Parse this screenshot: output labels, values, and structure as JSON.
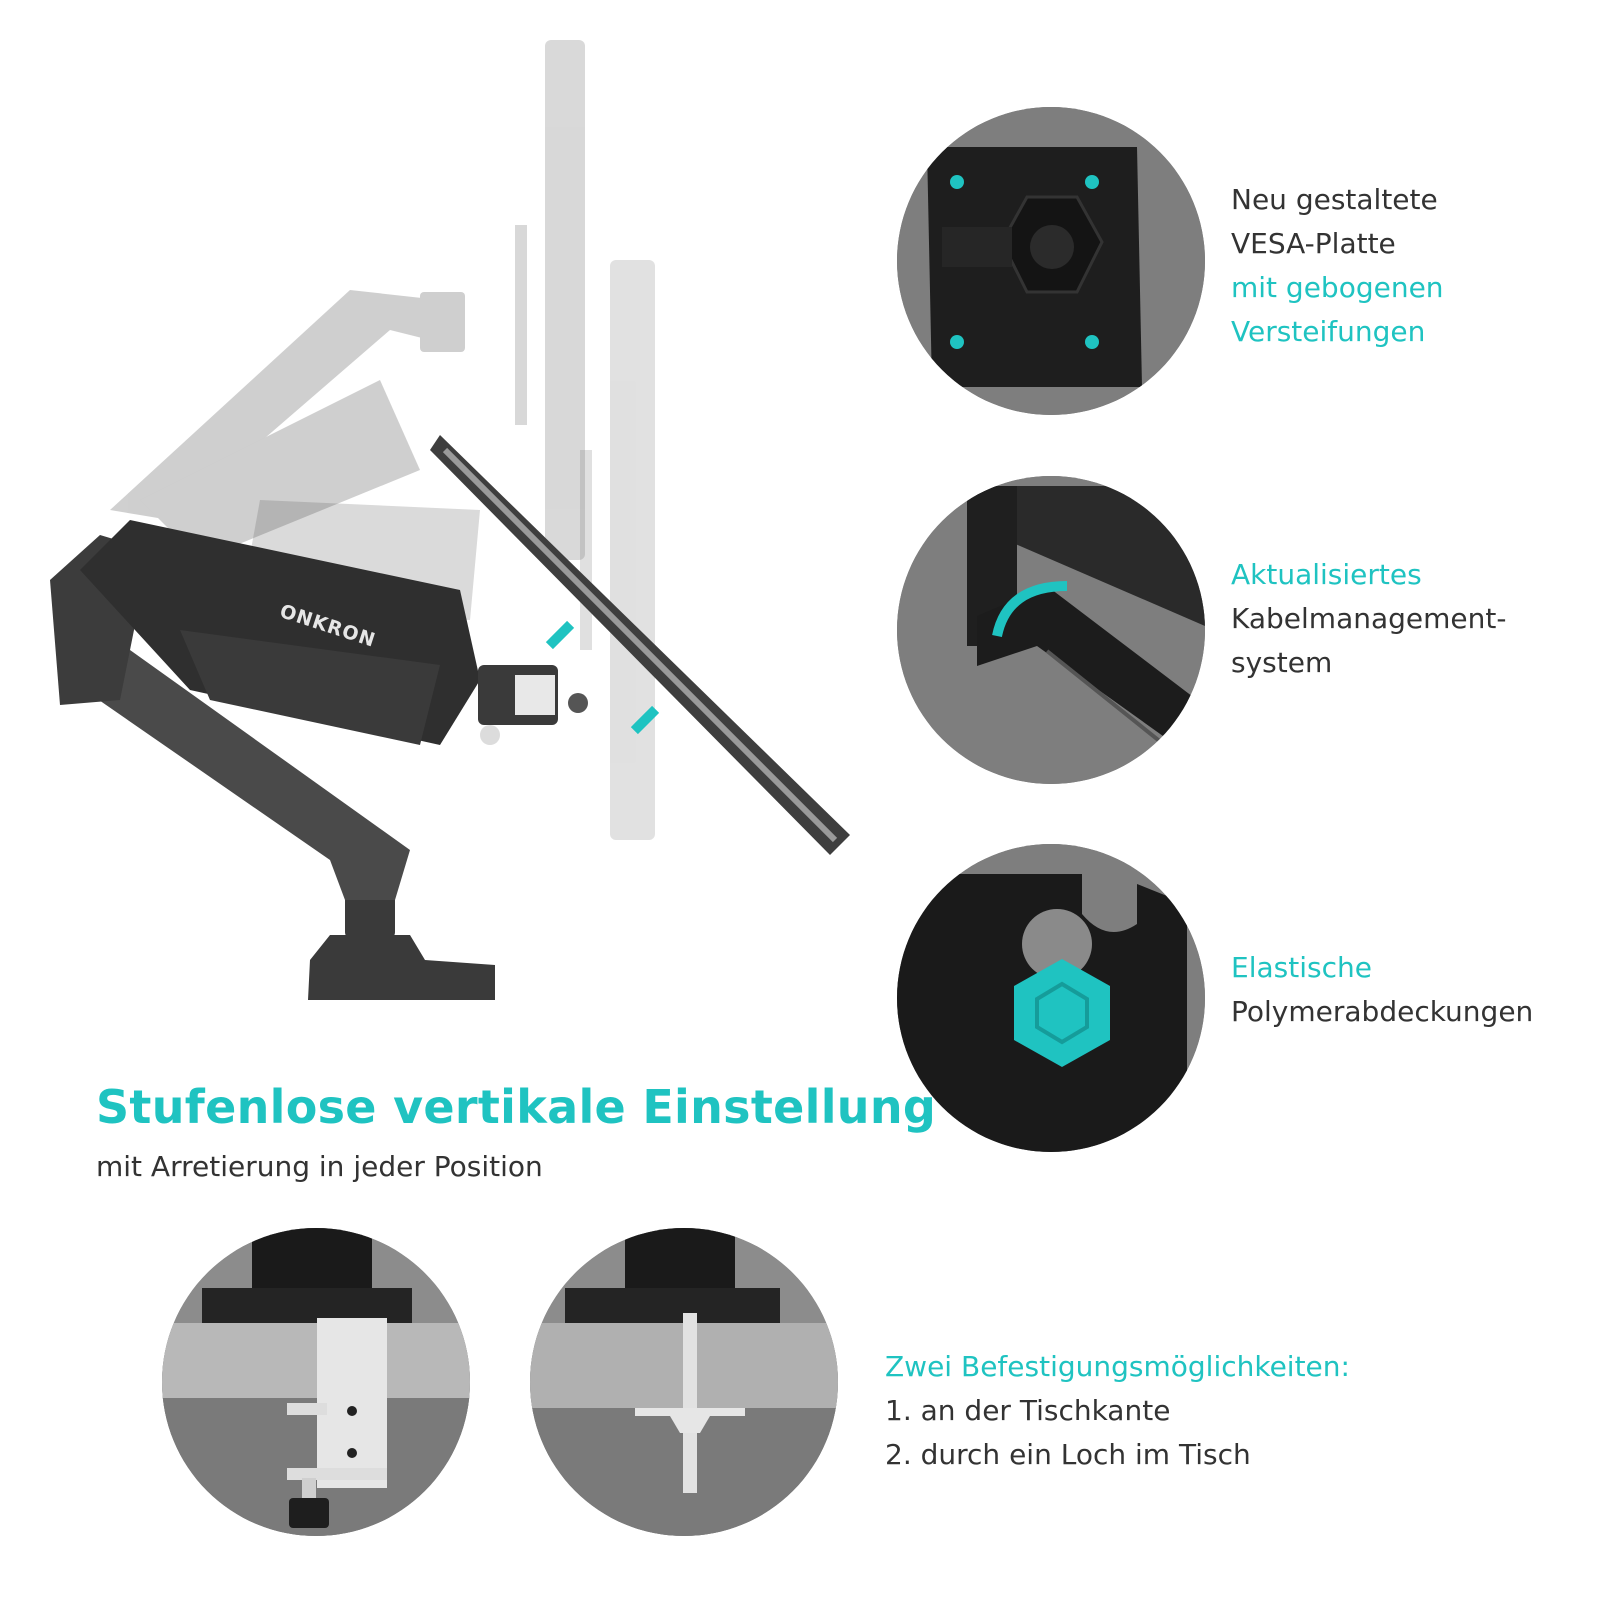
{
  "product_image": {
    "brand_logo_text": "ONKRON"
  },
  "features": [
    {
      "lines": [
        {
          "text": "Neu gestaltete",
          "accent": false
        },
        {
          "text": "VESA-Platte",
          "accent": false
        },
        {
          "text": "mit gebogenen",
          "accent": true
        },
        {
          "text": "Versteifungen",
          "accent": true
        }
      ]
    },
    {
      "lines": [
        {
          "text": "Aktualisiertes",
          "accent": true
        },
        {
          "text": "Kabelmanagement-",
          "accent": false
        },
        {
          "text": "system",
          "accent": false
        }
      ]
    },
    {
      "lines": [
        {
          "text": "Elastische",
          "accent": true
        },
        {
          "text": "Polymerabdeckungen",
          "accent": false
        }
      ]
    }
  ],
  "headline": {
    "title": "Stufenlose vertikale Einstellung",
    "subtitle": "mit Arretierung in jeder Position"
  },
  "mounting": {
    "title": "Zwei Befestigungsmöglichkeiten:",
    "option_1": "1. an der Tischkante",
    "option_2": "2. durch ein Loch im Tisch"
  },
  "colors": {
    "accent": "#1fc3c1",
    "text": "#333333",
    "arm": "#3a3a3a",
    "circle_bg": "#7f7f7f"
  },
  "icons": [
    "vesa-plate-icon",
    "cable-management-icon",
    "polymer-cover-icon",
    "clamp-mount-icon",
    "grommet-mount-icon"
  ]
}
